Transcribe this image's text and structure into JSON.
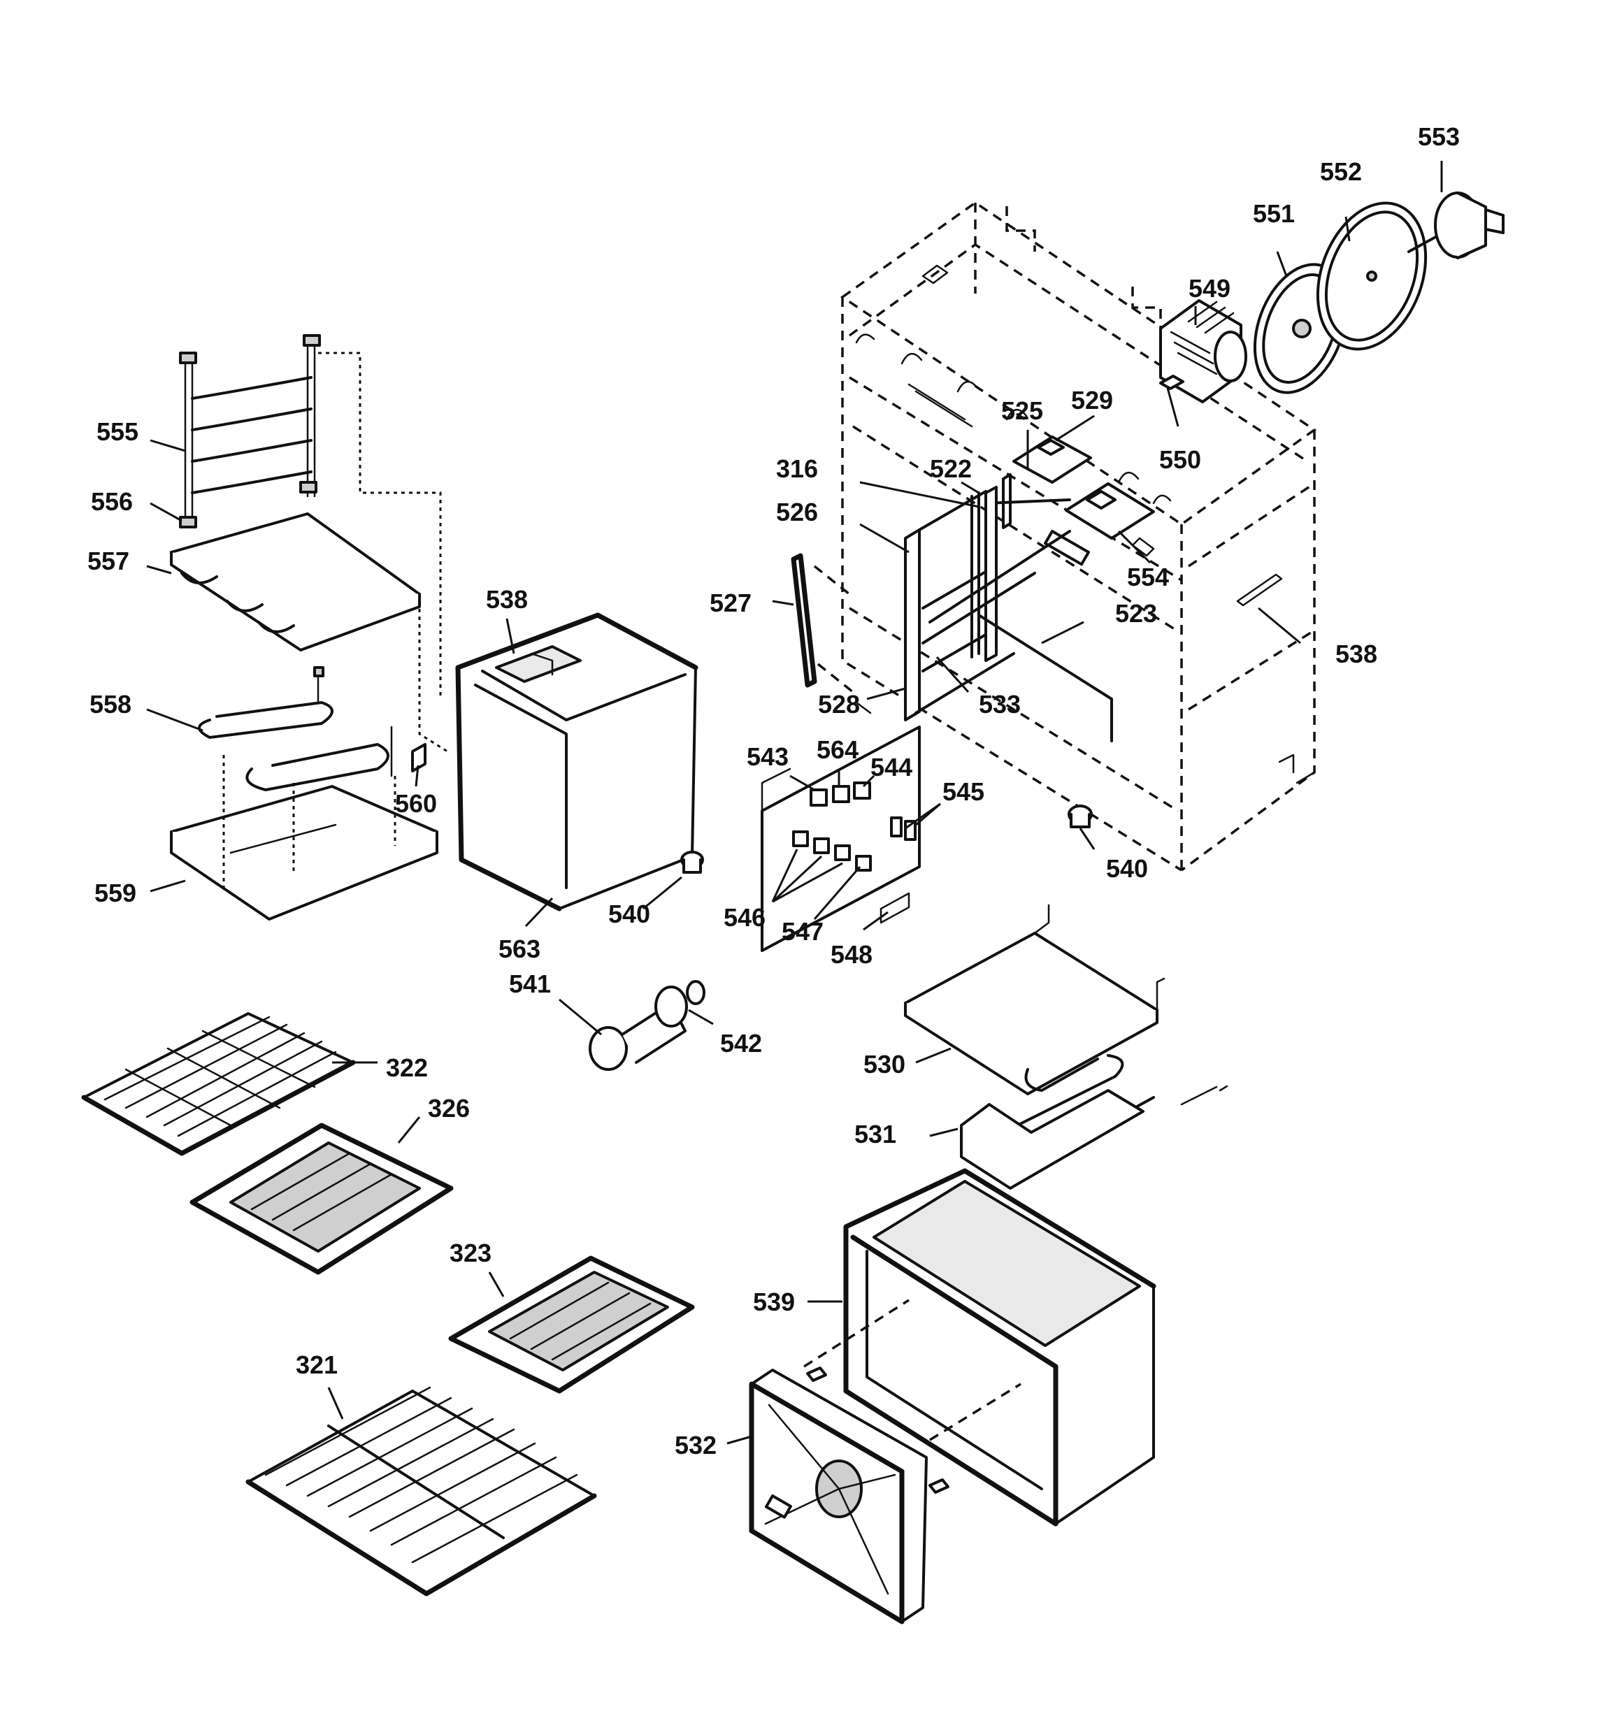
{
  "labels": [
    {
      "id": "553",
      "text": "553"
    },
    {
      "id": "552",
      "text": "552"
    },
    {
      "id": "551",
      "text": "551"
    },
    {
      "id": "549",
      "text": "549"
    },
    {
      "id": "529",
      "text": "529"
    },
    {
      "id": "525",
      "text": "525"
    },
    {
      "id": "550",
      "text": "550"
    },
    {
      "id": "316",
      "text": "316"
    },
    {
      "id": "522",
      "text": "522"
    },
    {
      "id": "526",
      "text": "526"
    },
    {
      "id": "554",
      "text": "554"
    },
    {
      "id": "523",
      "text": "523"
    },
    {
      "id": "527",
      "text": "527"
    },
    {
      "id": "538b",
      "text": "538"
    },
    {
      "id": "528",
      "text": "528"
    },
    {
      "id": "533",
      "text": "533"
    },
    {
      "id": "555",
      "text": "555"
    },
    {
      "id": "556",
      "text": "556"
    },
    {
      "id": "557",
      "text": "557"
    },
    {
      "id": "538a",
      "text": "538"
    },
    {
      "id": "558",
      "text": "558"
    },
    {
      "id": "560",
      "text": "560"
    },
    {
      "id": "559",
      "text": "559"
    },
    {
      "id": "563",
      "text": "563"
    },
    {
      "id": "540a",
      "text": "540"
    },
    {
      "id": "543",
      "text": "543"
    },
    {
      "id": "564",
      "text": "564"
    },
    {
      "id": "544",
      "text": "544"
    },
    {
      "id": "545",
      "text": "545"
    },
    {
      "id": "540b",
      "text": "540"
    },
    {
      "id": "546",
      "text": "546"
    },
    {
      "id": "547",
      "text": "547"
    },
    {
      "id": "548",
      "text": "548"
    },
    {
      "id": "541",
      "text": "541"
    },
    {
      "id": "542",
      "text": "542"
    },
    {
      "id": "322",
      "text": "322"
    },
    {
      "id": "326",
      "text": "326"
    },
    {
      "id": "530",
      "text": "530"
    },
    {
      "id": "531",
      "text": "531"
    },
    {
      "id": "323",
      "text": "323"
    },
    {
      "id": "539",
      "text": "539"
    },
    {
      "id": "321",
      "text": "321"
    },
    {
      "id": "532",
      "text": "532"
    }
  ]
}
